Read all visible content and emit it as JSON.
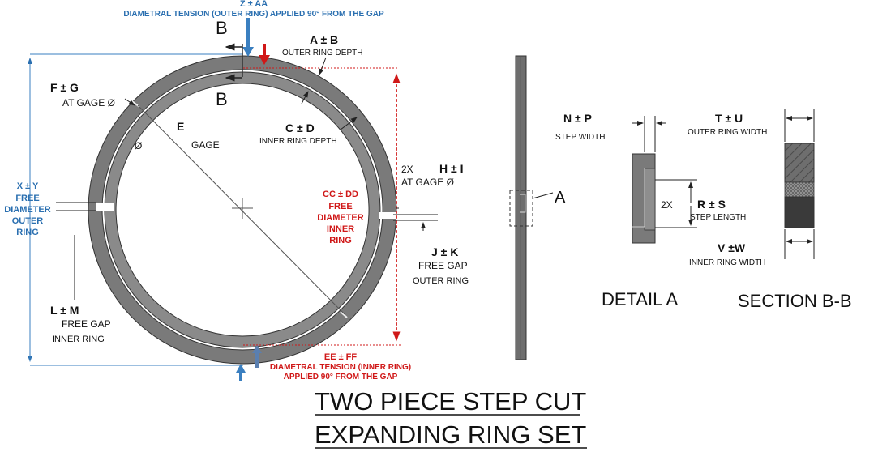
{
  "top_callout": {
    "code": "Z ±  AA",
    "text": "DIAMETRAL TENSION (OUTER RING) APPLIED 90° FROM THE GAP"
  },
  "section_marker": "B",
  "labels": {
    "ab_code": "A ± B",
    "ab_text": "OUTER RING DEPTH",
    "fg_code": "F ± G",
    "fg_text": "AT GAGE Ø",
    "e_code": "E",
    "gage_text": "GAGE",
    "dia_symbol": "Ø",
    "cd_code": "C ± D",
    "cd_text": "INNER RING DEPTH",
    "h_prefix": "2X",
    "hi_code": "H ± I",
    "hi_text": "AT GAGE Ø",
    "jk_code": "J ± K",
    "jk_text1": "FREE GAP",
    "jk_text2": "OUTER RING",
    "lm_code": "L ± M",
    "lm_text1": "FREE GAP",
    "lm_text2": "INNER RING"
  },
  "left_blue": {
    "code": "X  ±  Y",
    "lines": [
      "FREE",
      "DIAMETER",
      "OUTER",
      "RING"
    ]
  },
  "inner_red": {
    "code": "CC  ±  DD",
    "lines": [
      "FREE",
      "DIAMETER",
      "INNER",
      "RING"
    ]
  },
  "bottom_callout": {
    "code": "EE  ±  FF",
    "line1": "DIAMETRAL TENSION (INNER RING)",
    "line2": "APPLIED 90° FROM THE GAP"
  },
  "detail": {
    "ref": "A",
    "np_code": "N ± P",
    "np_text": "STEP WIDTH",
    "prefix": "2X",
    "rs_code": "R ± S",
    "rs_text": "STEP LENGTH",
    "title": "DETAIL A"
  },
  "section": {
    "tu_code": "T ± U",
    "tu_text": "OUTER RING WIDTH",
    "vw_code": "V ±W",
    "vw_text": "INNER RING WIDTH",
    "title": "SECTION B-B"
  },
  "main_title": {
    "line1": "TWO PIECE STEP CUT",
    "line2": "EXPANDING RING SET"
  },
  "colors": {
    "blue": "#2a6fb0",
    "red": "#d01818",
    "ring_gray": "#7a7a7a",
    "dark_gray": "#3a3a3a"
  }
}
